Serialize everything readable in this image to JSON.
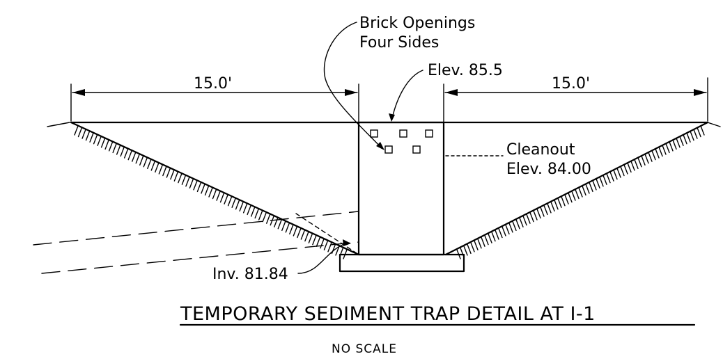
{
  "title": "TEMPORARY SEDIMENT TRAP DETAIL AT I-1",
  "subtitle": "NO SCALE",
  "labels": {
    "brick_line1": "Brick Openings",
    "brick_line2": "Four Sides",
    "elev_top": "Elev. 85.5",
    "dim_left": "15.0'",
    "dim_right": "15.0'",
    "cleanout_line1": "Cleanout",
    "cleanout_line2": "Elev. 84.00",
    "invert": "Inv. 81.84"
  }
}
